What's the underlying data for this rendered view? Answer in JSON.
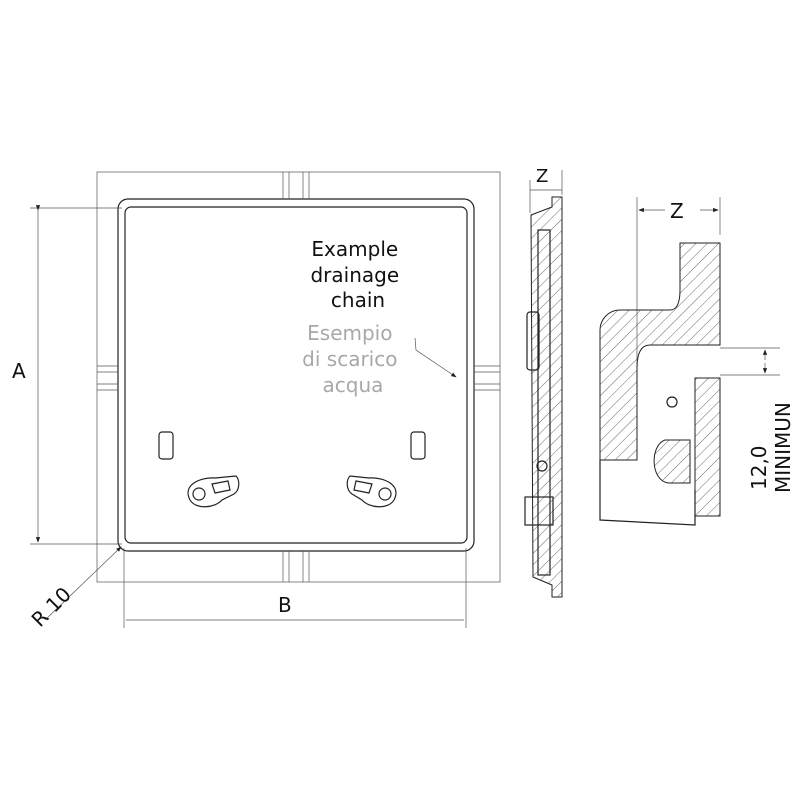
{
  "front_view": {
    "dim_a": "A",
    "dim_b": "B",
    "radius": "R 10",
    "note_en": [
      "Example",
      "drainage",
      "chain"
    ],
    "note_it": [
      "Esempio",
      "di scarico",
      "acqua"
    ]
  },
  "side_view": {
    "dim_z": "Z"
  },
  "detail_view": {
    "dim_z": "Z",
    "min_value": "12,0",
    "min_label": "MINIMUN"
  }
}
